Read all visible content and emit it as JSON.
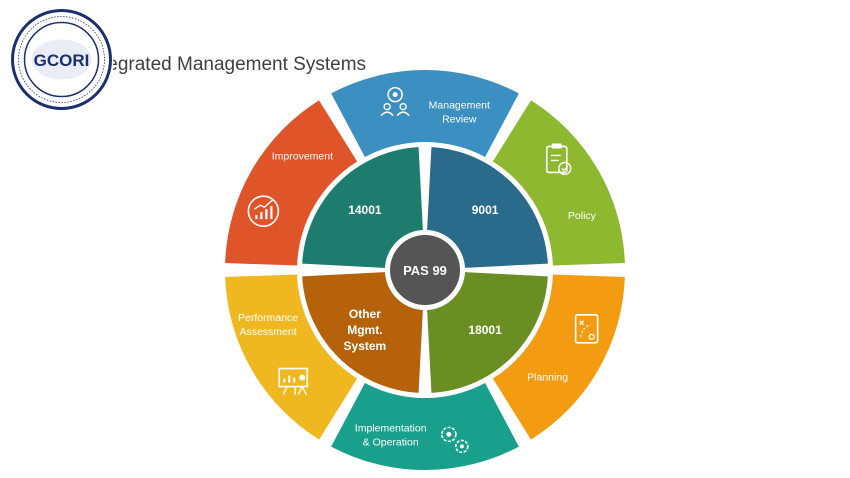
{
  "header": {
    "title_fragment": "9",
    "subtitle_fragment": "tegrated Management Systems"
  },
  "logo": {
    "text": "GCORI",
    "ring_text": "",
    "lettering": "GCORI"
  },
  "hub": {
    "label": "PAS 99"
  },
  "quadrants": [
    {
      "label": "14001",
      "color": "#1e7c6e"
    },
    {
      "label": "9001",
      "color": "#2a6a8a"
    },
    {
      "label": "18001",
      "color": "#6b8e23"
    },
    {
      "label": "Other\nMgmt.\nSystem",
      "lines": [
        "Other",
        "Mgmt.",
        "System"
      ],
      "color": "#b5620a"
    }
  ],
  "segments": [
    {
      "lines": [
        "Management",
        "Review"
      ],
      "color": "#3b8fc1",
      "icon": "gear-people-icon"
    },
    {
      "lines": [
        "Policy"
      ],
      "color": "#8db82f",
      "icon": "clipboard-check-icon"
    },
    {
      "lines": [
        "Planning"
      ],
      "color": "#f39c12",
      "icon": "strategy-board-icon"
    },
    {
      "lines": [
        "Implementation",
        "& Operation"
      ],
      "color": "#19a08c",
      "icon": "gears-icon"
    },
    {
      "lines": [
        "Performance",
        "Assessment"
      ],
      "color": "#f0b820",
      "icon": "presentation-icon"
    },
    {
      "lines": [
        "Improvement"
      ],
      "color": "#e0542a",
      "icon": "growth-chart-icon"
    }
  ],
  "colors": {
    "hub": "#555555",
    "ring_divider": "#ffffff"
  }
}
